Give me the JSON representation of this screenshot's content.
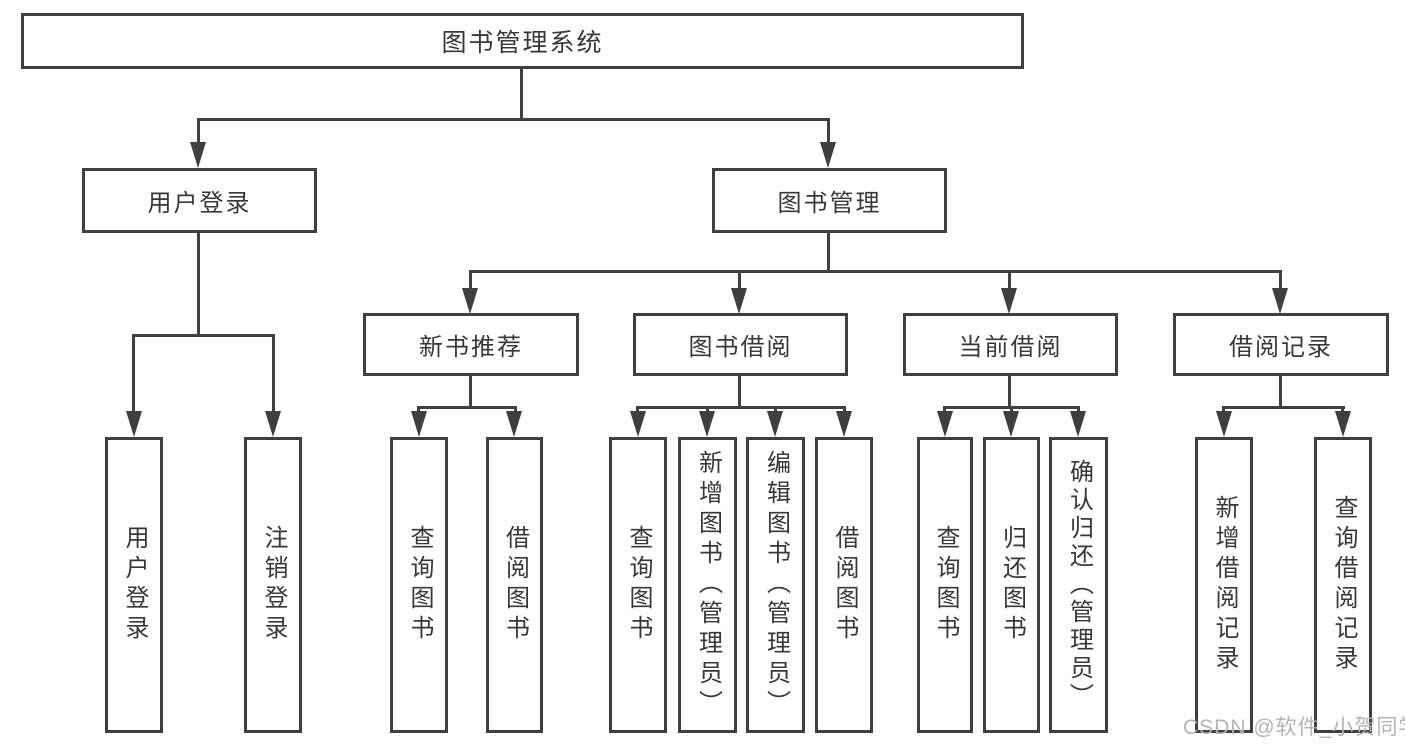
{
  "colors": {
    "line": "#3f3f3f",
    "text": "#383838",
    "watermark": "#b4b4b4"
  },
  "nodes": {
    "root": "图书管理系统",
    "user_login": "用户登录",
    "book_mgmt": "图书管理",
    "new_book_rec": "新书推荐",
    "book_borrow": "图书借阅",
    "current_borrow": "当前借阅",
    "borrow_records": "借阅记录",
    "leaf_user_login": "用户登录",
    "leaf_logout": "注销登录",
    "leaf_nb_query": "查询图书",
    "leaf_nb_borrow": "借阅图书",
    "leaf_bb_query": "查询图书",
    "leaf_bb_add": "新增图书（管理员）",
    "leaf_bb_edit": "编辑图书（管理员）",
    "leaf_bb_borrow": "借阅图书",
    "leaf_cb_query": "查询图书",
    "leaf_cb_return": "归还图书",
    "leaf_cb_confirm": "确认归还（管理员）",
    "leaf_br_add": "新增借阅记录",
    "leaf_br_query": "查询借阅记录"
  },
  "watermark": "CSDN @软件_小贺同学"
}
